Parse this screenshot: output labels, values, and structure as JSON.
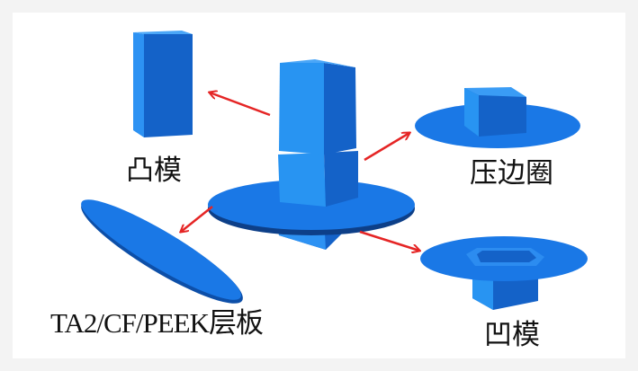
{
  "labels": {
    "punch": "凸模",
    "blank_holder": "压边圈",
    "laminate": "TA2/CF/PEEK层板",
    "die": "凹模"
  },
  "colors": {
    "part_light": "#2894f2",
    "part_dark": "#1462c8",
    "part_mid": "#1a78e6",
    "arrow": "#e52525"
  }
}
